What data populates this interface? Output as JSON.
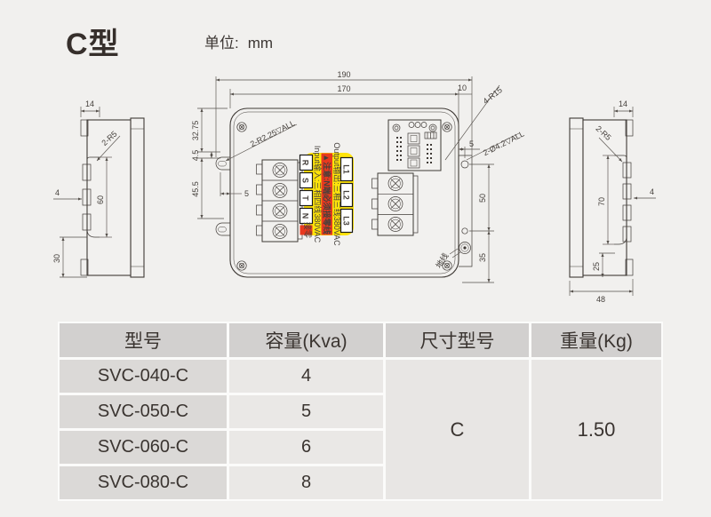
{
  "page": {
    "title": "C型",
    "unit_label": "单位:",
    "unit_value": "mm"
  },
  "views": {
    "left": {
      "dim_top": "14",
      "dim_radius": "2-R5",
      "dim_strip": "60",
      "dim_offset": "4",
      "dim_bottom": "30"
    },
    "front": {
      "dim_overall": "190",
      "dim_body": "170",
      "dim_tab": "10",
      "dim_corner_radius": "4-R15",
      "dim_slot_spec": "2-R2.25▽ALL",
      "dim_left1": "32.75",
      "dim_left2": "4.5",
      "dim_left3": "45.5",
      "dim_slot_offset": "5",
      "dim_hole_offset": "5",
      "dim_hole_spec": "2-Ø4.2▽ALL",
      "dim_hole_span": "50",
      "dim_hole_bottom": "35",
      "ground_label": "地线",
      "label": {
        "warning": "▲注意:N端必须接零线",
        "input_line": "Input输入:三相四线380VAC",
        "output_line": "Output输出:三相三线380VAC",
        "in_terminals": [
          "R",
          "S",
          "T",
          "N"
        ],
        "n_tag": "接零",
        "out_terminals": [
          "L1",
          "L2",
          "L3"
        ]
      }
    },
    "right": {
      "dim_top": "14",
      "dim_radius": "2-R5",
      "dim_strip": "70",
      "dim_offset": "4",
      "dim_bottom": "25",
      "dim_width": "48"
    }
  },
  "table": {
    "headers": [
      "型号",
      "容量(Kva)",
      "尺寸型号",
      "重量(Kg)"
    ],
    "rows": [
      {
        "model": "SVC-040-C",
        "capacity": "4"
      },
      {
        "model": "SVC-050-C",
        "capacity": "5"
      },
      {
        "model": "SVC-060-C",
        "capacity": "6"
      },
      {
        "model": "SVC-080-C",
        "capacity": "8"
      }
    ],
    "size_model": "C",
    "weight": "1.50"
  },
  "colors": {
    "label_yellow": "#ffe40a",
    "warning_red": "#e8391f",
    "line": "#3f3a36",
    "header_bg": "#d2d0cf"
  }
}
